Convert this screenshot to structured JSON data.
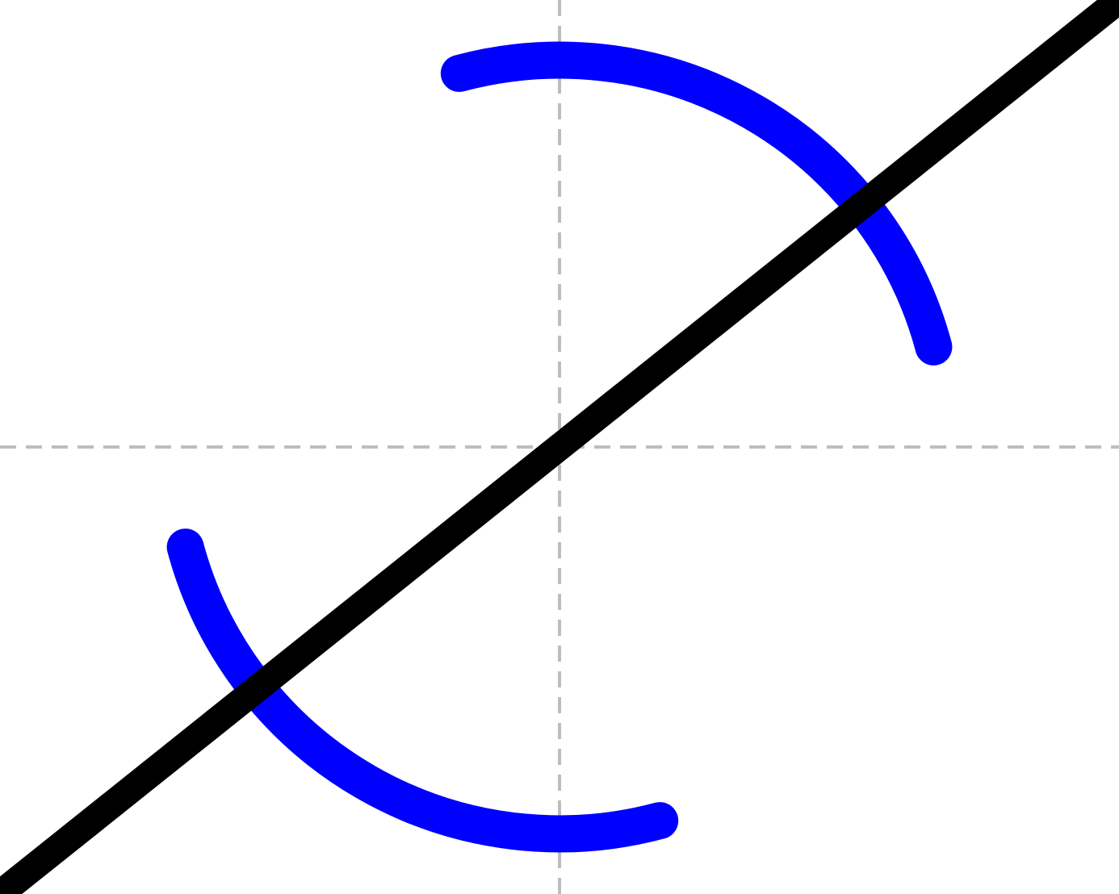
{
  "diagram": {
    "x_range": [
      -1.3,
      1.3
    ],
    "y_range": [
      -1.04,
      1.04
    ],
    "colors": {
      "background": "#ffffff",
      "axis_guides": "#bdbdbd",
      "arc": "#0000ff",
      "line": "#000000"
    },
    "guides": [
      {
        "name": "horizontal-axis-guide",
        "orientation": "horizontal",
        "value": 0
      },
      {
        "name": "vertical-axis-guide",
        "orientation": "vertical",
        "value": 0
      }
    ],
    "arcs": [
      {
        "name": "upper-arc",
        "radius": 0.9,
        "start_deg": 105,
        "end_deg": 15
      },
      {
        "name": "lower-arc",
        "radius": 0.9,
        "start_deg": 195,
        "end_deg": 285
      }
    ],
    "line": {
      "name": "diagonal-line",
      "from": [
        -1.3,
        -1.04
      ],
      "to": [
        1.3,
        1.04
      ]
    }
  }
}
